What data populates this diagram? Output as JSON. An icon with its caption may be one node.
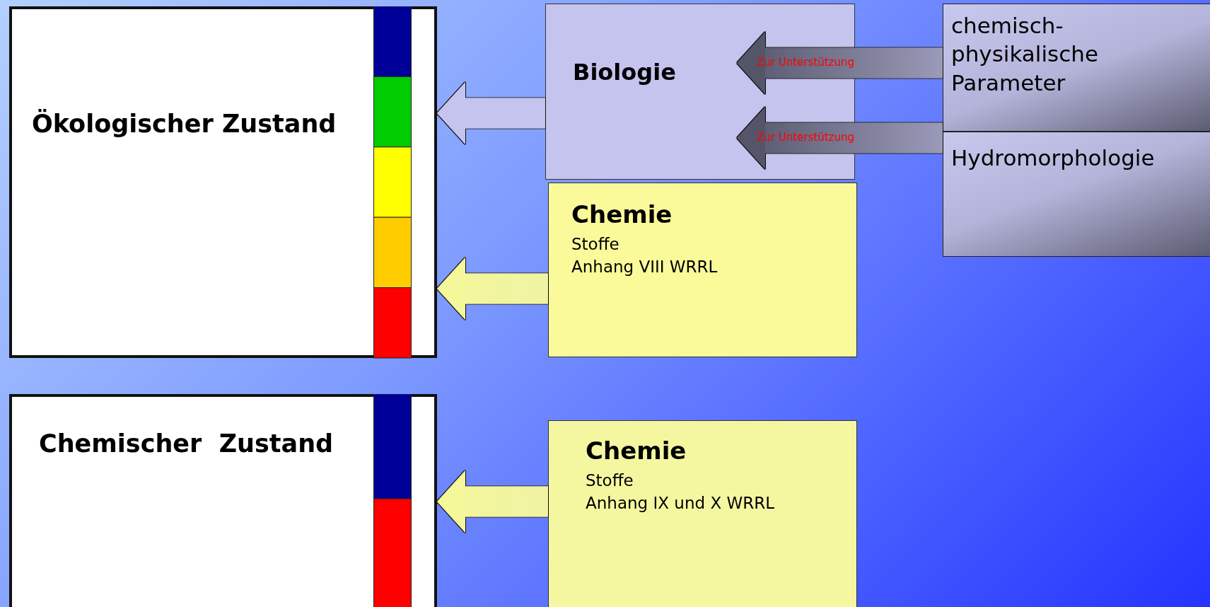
{
  "diagram": {
    "nodes": [
      {
        "text": [
          "Ökologischer Zustand"
        ]
      },
      {
        "text": [
          "Chemischer  Zustand"
        ]
      },
      {
        "text": [
          "Biologie"
        ]
      },
      {
        "text": [
          "Chemie",
          "Stoffe",
          "Anhang VIII WRRL"
        ]
      },
      {
        "text": [
          "Chemie",
          "Stoffe",
          "Anhang IX und X WRRL"
        ]
      },
      {
        "text": [
          "chemisch- physikalische Parameter"
        ]
      },
      {
        "text": [
          "Hydromorphologie"
        ]
      }
    ],
    "edges": [
      {
        "from": 2,
        "to": 0,
        "arrow": "to",
        "color": "#c4c4ee"
      },
      {
        "from": 3,
        "to": 0,
        "arrow": "to",
        "color": "#f4f79a"
      },
      {
        "from": 4,
        "to": 1,
        "arrow": "to",
        "color": "#f4f79a"
      },
      {
        "from": 5,
        "to": 2,
        "arrow": "to",
        "label": "Zur Unterstützung",
        "color": "#55556a"
      },
      {
        "from": 6,
        "to": 2,
        "arrow": "to",
        "label": "Zur Unterstützung",
        "color": "#55556a"
      }
    ]
  }
}
